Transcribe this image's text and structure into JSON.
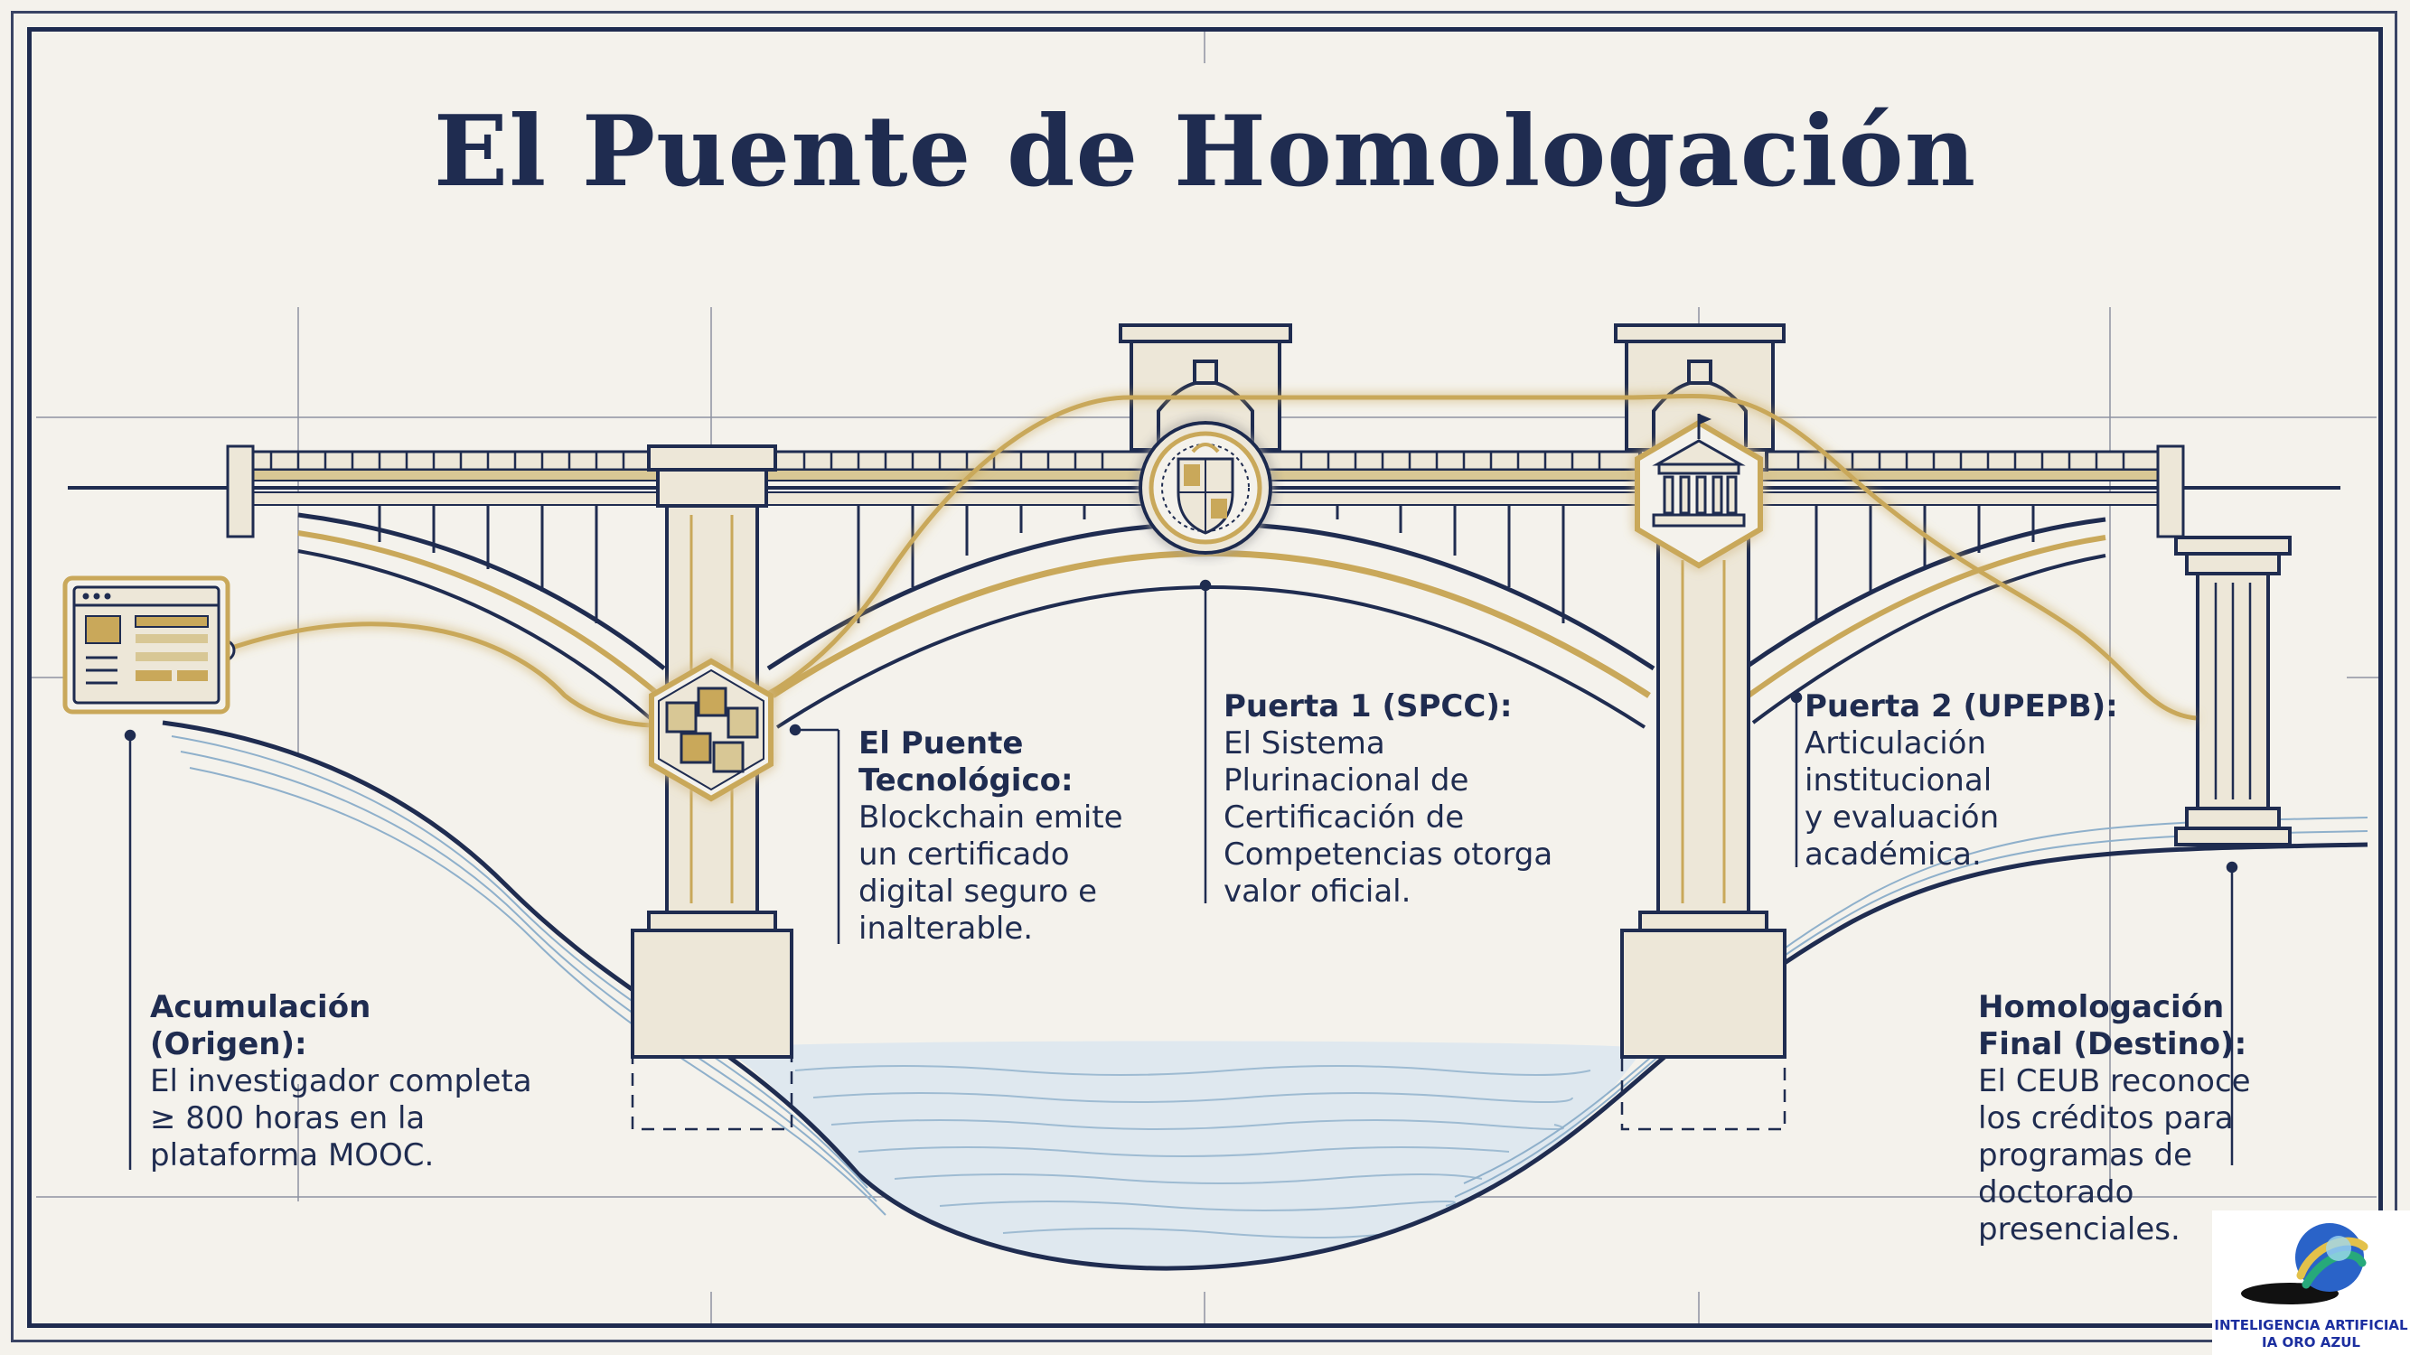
{
  "title": "El Puente de Homologación",
  "steps": [
    {
      "heading": "Acumulación (Origen):",
      "heading_lines": [
        "Acumulación",
        "(Origen):"
      ],
      "body_lines": [
        "El investigador completa",
        "≥ 800 horas en la",
        "plataforma MOOC."
      ]
    },
    {
      "heading": "El Puente Tecnológico:",
      "heading_lines": [
        "El Puente",
        "Tecnológico:"
      ],
      "body_lines": [
        "Blockchain emite",
        "un certificado",
        "digital seguro e",
        "inalterable."
      ]
    },
    {
      "heading": "Puerta 1 (SPCC):",
      "heading_lines": [
        "Puerta 1 (SPCC):"
      ],
      "body_lines": [
        "El Sistema",
        "Plurinacional de",
        "Certificación de",
        "Competencias otorga",
        "valor oficial."
      ]
    },
    {
      "heading": "Puerta 2 (UPEPB):",
      "heading_lines": [
        "Puerta 2 (UPEPB):"
      ],
      "body_lines": [
        "Articulación",
        "institucional",
        "y evaluación",
        "académica."
      ]
    },
    {
      "heading": "Homologación Final (Destino):",
      "heading_lines": [
        "Homologación",
        "Final (Destino):"
      ],
      "body_lines": [
        "El CEUB reconoce",
        "los créditos para",
        "programas de",
        "doctorado",
        "presenciales."
      ]
    }
  ],
  "icons": {
    "origin": "browser-window-icon",
    "tech": "blockchain-cubes-icon",
    "gate1": "official-seal-icon",
    "gate2": "institution-building-icon"
  },
  "colors": {
    "navy": "#1f2c50",
    "gold": "#c9a85a",
    "paper": "#f4f2ec",
    "water": "#a9c2d8",
    "stone": "#ede7d8"
  },
  "logo": {
    "line1": "INTELIGENCIA ARTIFICIAL",
    "line2": "IA ORO AZUL"
  }
}
